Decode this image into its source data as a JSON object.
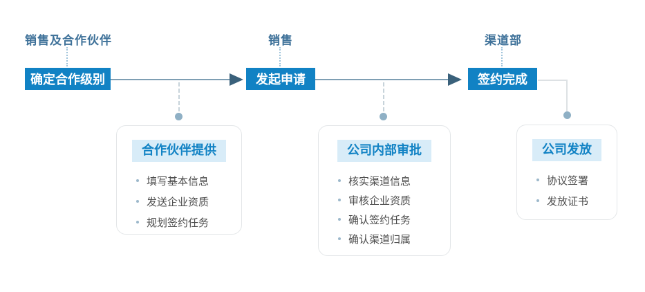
{
  "flow": {
    "stages": [
      {
        "actor": "销售及合作伙伴",
        "step": "确定合作级别",
        "card": {
          "title": "合作伙伴提供",
          "items": [
            "填写基本信息",
            "发送企业资质",
            "规划签约任务"
          ]
        }
      },
      {
        "actor": "销售",
        "step": "发起申请",
        "card": {
          "title": "公司内部审批",
          "items": [
            "核实渠道信息",
            "审核企业资质",
            "确认签约任务",
            "确认渠道归属"
          ]
        }
      },
      {
        "actor": "渠道部",
        "step": "签约完成",
        "card": {
          "title": "公司发放",
          "items": [
            "协议签署",
            "发放证书"
          ]
        }
      }
    ]
  },
  "colors": {
    "primary_blue": "#1182c4",
    "card_title_bg": "#d8ecf8",
    "actor_text": "#3e7199",
    "arrow_line": "#7e9eb3",
    "arrow_head": "#3a617b",
    "connector_dashed": "#c7d3da",
    "connector_dot": "#8fb0c5",
    "elbow_line": "#dde1e4",
    "card_border": "#e3e6e8",
    "bullet_text": "#4d4d4d",
    "bullet_dot": "#9cb8cb",
    "background": "#ffffff"
  }
}
